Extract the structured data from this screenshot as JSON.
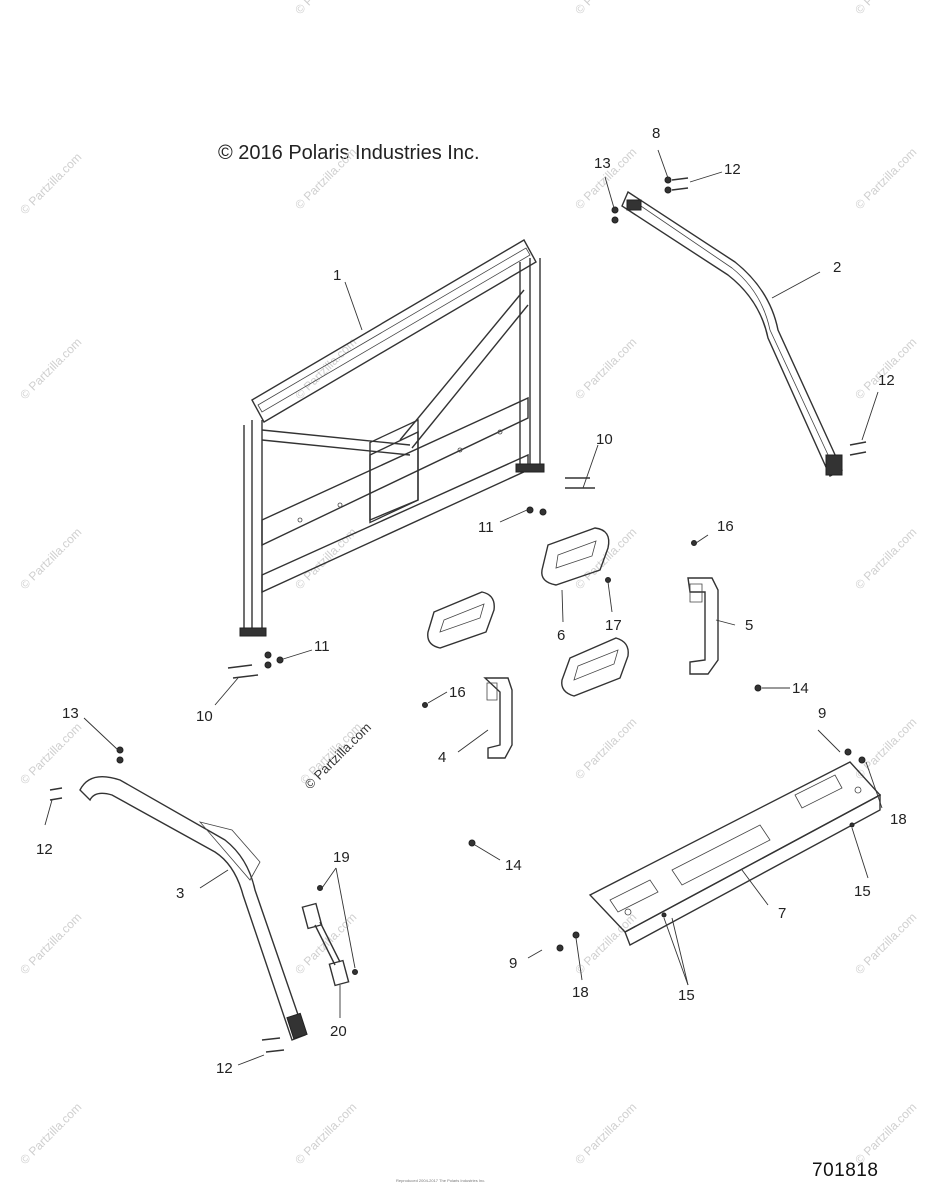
{
  "copyright": "© 2016 Polaris Industries Inc.",
  "watermark_text": "© Partzilla.com",
  "diagram_number": "701818",
  "footer_text": "Reproduced 2004-2017 The Polaris Industries Inc.",
  "callouts": {
    "c1": "1",
    "c2": "2",
    "c3": "3",
    "c4": "4",
    "c5": "5",
    "c6": "6",
    "c7": "7",
    "c8": "8",
    "c9a": "9",
    "c9b": "9",
    "c10a": "10",
    "c10b": "10",
    "c11a": "11",
    "c11b": "11",
    "c12a": "12",
    "c12b": "12",
    "c12c": "12",
    "c12d": "12",
    "c13a": "13",
    "c13b": "13",
    "c14a": "14",
    "c14b": "14",
    "c15a": "15",
    "c15b": "15",
    "c16a": "16",
    "c16b": "16",
    "c17": "17",
    "c18a": "18",
    "c18b": "18",
    "c19": "19",
    "c20": "20"
  }
}
